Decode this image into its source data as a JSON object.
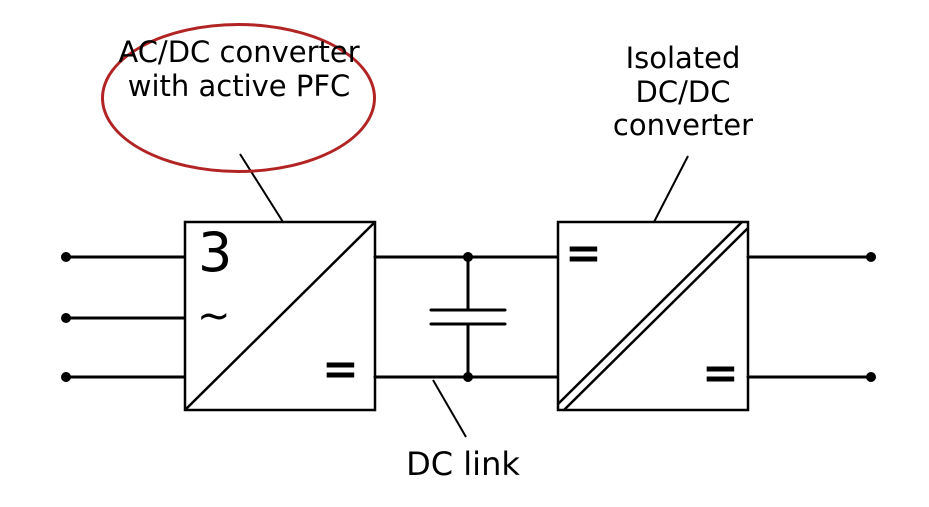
{
  "labels": {
    "acdc_converter": "AC/DC converter with active PFC",
    "isolated_converter": "Isolated DC/DC converter",
    "dc_link": "DC link"
  },
  "symbols": {
    "ac_phases": "3",
    "ac_tilde": "~",
    "dc_equal": "="
  },
  "colors": {
    "highlight_ellipse": "#b22424",
    "lines": "#000000"
  }
}
